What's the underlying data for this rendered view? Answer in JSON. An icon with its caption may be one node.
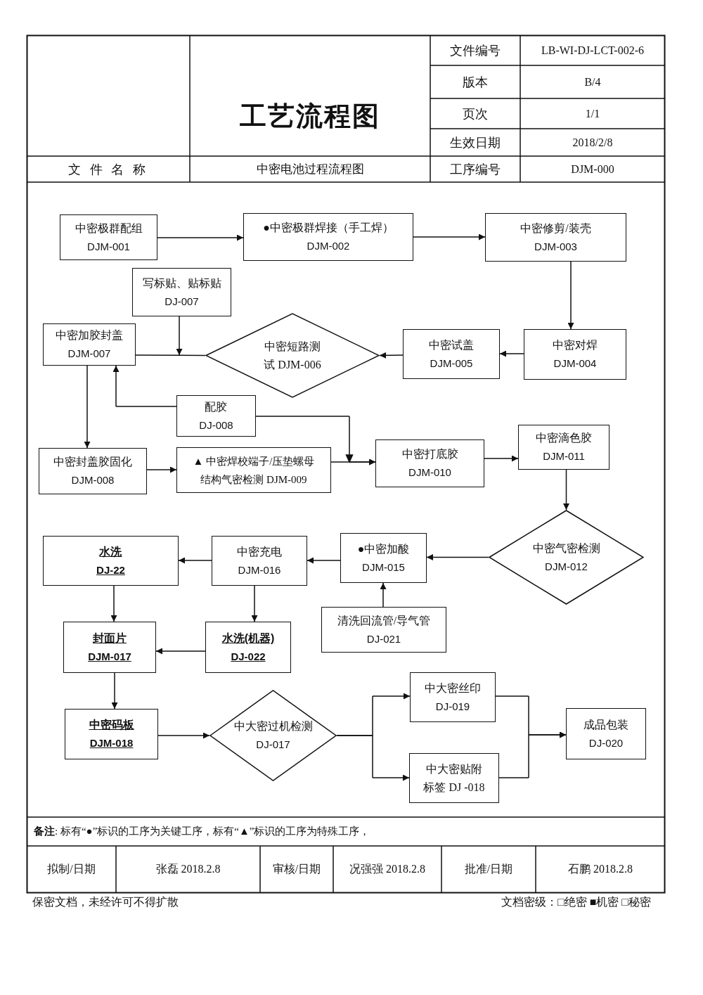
{
  "diagram": {
    "title": "工艺流程图",
    "nodes": [
      {
        "text": [
          "中密极群配组",
          "DJM-001"
        ]
      },
      {
        "text": [
          "●中密极群焊接（手工焊）",
          "DJM-002"
        ]
      },
      {
        "text": [
          "中密修剪/装壳",
          "DJM-003"
        ]
      },
      {
        "text": [
          "写标贴、贴标贴",
          "DJ-007"
        ]
      },
      {
        "text": [
          "中密加胶封盖",
          "DJM-007"
        ]
      },
      {
        "text": [
          "中密短路测试 DJM-006"
        ]
      },
      {
        "text": [
          "中密试盖",
          "DJM-005"
        ]
      },
      {
        "text": [
          "中密对焊",
          "DJM-004"
        ]
      },
      {
        "text": [
          "配胶",
          "DJ-008"
        ]
      },
      {
        "text": [
          "中密封盖胶固化",
          "DJM-008"
        ]
      },
      {
        "text": [
          "▲ 中密焊校端子/压垫螺母结构气密检测 DJM-009"
        ]
      },
      {
        "text": [
          "中密打底胶",
          "DJM-010"
        ]
      },
      {
        "text": [
          "中密滴色胶",
          "DJM-011"
        ]
      },
      {
        "text": [
          "中密气密检测",
          "DJM-012"
        ]
      },
      {
        "text": [
          "水洗",
          "DJ-22"
        ]
      },
      {
        "text": [
          "中密充电",
          "DJM-016"
        ]
      },
      {
        "text": [
          "●中密加酸",
          "DJM-015"
        ]
      },
      {
        "text": [
          "清洗回流管/导气管",
          "DJ-021"
        ]
      },
      {
        "text": [
          "封面片",
          "DJM-017"
        ]
      },
      {
        "text": [
          "水洗(机器)",
          "DJ-022"
        ]
      },
      {
        "text": [
          "中密码板",
          "DJM-018"
        ]
      },
      {
        "text": [
          "中大密过机检测",
          "DJ-017"
        ]
      },
      {
        "text": [
          "中大密丝印",
          "DJ-019"
        ]
      },
      {
        "text": [
          "中大密贴附标签 DJ -018"
        ]
      },
      {
        "text": [
          "成品包装",
          "DJ-020"
        ]
      }
    ],
    "edges": [
      {
        "from": 0,
        "to": 1,
        "arrow": "to"
      },
      {
        "from": 1,
        "to": 2,
        "arrow": "to"
      },
      {
        "from": 2,
        "to": 7,
        "arrow": "to"
      },
      {
        "from": 7,
        "to": 6,
        "arrow": "to"
      },
      {
        "from": 6,
        "to": 5,
        "arrow": "to"
      },
      {
        "from": 5,
        "to": 4,
        "arrow": "none"
      },
      {
        "from": 3,
        "to": null,
        "arrow": "to"
      },
      {
        "from": 4,
        "to": 9,
        "arrow": "to"
      },
      {
        "from": 8,
        "to": 4,
        "arrow": "to"
      },
      {
        "from": 9,
        "to": 10,
        "arrow": "to"
      },
      {
        "from": 8,
        "to": 11,
        "arrow": "to"
      },
      {
        "from": 10,
        "to": 11,
        "arrow": "to"
      },
      {
        "from": 11,
        "to": 12,
        "arrow": "to"
      },
      {
        "from": 12,
        "to": 13,
        "arrow": "to"
      },
      {
        "from": 13,
        "to": 16,
        "arrow": "to"
      },
      {
        "from": 16,
        "to": 15,
        "arrow": "to"
      },
      {
        "from": 15,
        "to": 14,
        "arrow": "to"
      },
      {
        "from": 17,
        "to": 16,
        "arrow": "to"
      },
      {
        "from": 14,
        "to": 18,
        "arrow": "to"
      },
      {
        "from": 15,
        "to": 19,
        "arrow": "to"
      },
      {
        "from": 19,
        "to": 18,
        "arrow": "to"
      },
      {
        "from": 18,
        "to": 20,
        "arrow": "to"
      },
      {
        "from": 20,
        "to": 21,
        "arrow": "to"
      },
      {
        "from": 21,
        "to": 22,
        "arrow": "to"
      },
      {
        "from": 21,
        "to": 23,
        "arrow": "to"
      },
      {
        "from": 22,
        "to": 24,
        "arrow": "to"
      },
      {
        "from": 23,
        "to": 24,
        "arrow": "to"
      }
    ],
    "labels": [
      "文件编号",
      "LB-WI-DJ-LCT-002-6",
      "版本",
      "B/4",
      "页次",
      "1/1",
      "生效日期",
      "2018/2/8",
      "文 件 名 称",
      "中密电池过程流程图",
      "工序编号",
      "DJM-000",
      "**备注**: 标有“●”标识的工序为关键工序，标有“▲”标识的工序为特殊工序，",
      "拟制/日期",
      "张磊 2018.2.8",
      "审核/日期",
      "况强强 2018.2.8",
      "批准/日期",
      "石鹏 2018.2.8",
      "保密文档，未经许可不得扩散",
      "文档密级：□绝密 ■机密 □秘密"
    ]
  }
}
